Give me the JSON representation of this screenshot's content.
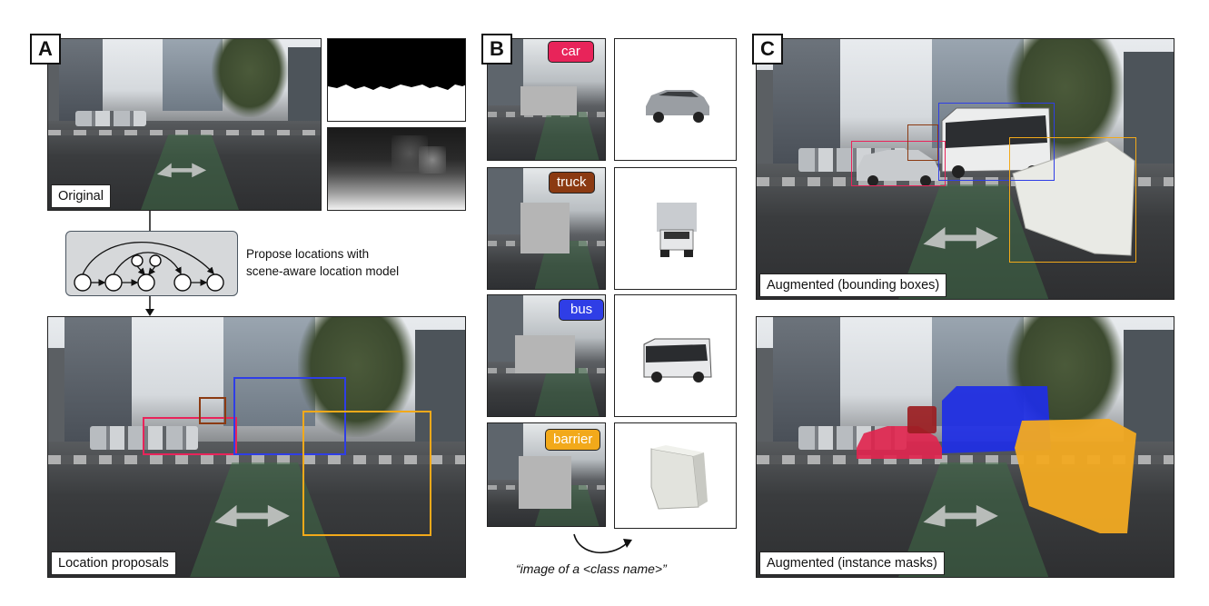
{
  "panels": {
    "a": {
      "letter": "A"
    },
    "b": {
      "letter": "B"
    },
    "c": {
      "letter": "C"
    }
  },
  "labels": {
    "original": "Original",
    "location_proposals": "Location proposals",
    "augmented_boxes": "Augmented (bounding boxes)",
    "augmented_masks": "Augmented (instance masks)",
    "propose_line1": "Propose locations with",
    "propose_line2": "scene-aware location model",
    "prompt": "“image of a <class name>”"
  },
  "classes": [
    {
      "name": "car",
      "color": "#e8245a"
    },
    {
      "name": "truck",
      "color": "#8b3a12"
    },
    {
      "name": "bus",
      "color": "#2f3ee6"
    },
    {
      "name": "barrier",
      "color": "#f2a91a"
    }
  ],
  "icons": {
    "graph": "location-model-graph-icon",
    "curved_arrow": "curved-arrow-icon"
  }
}
